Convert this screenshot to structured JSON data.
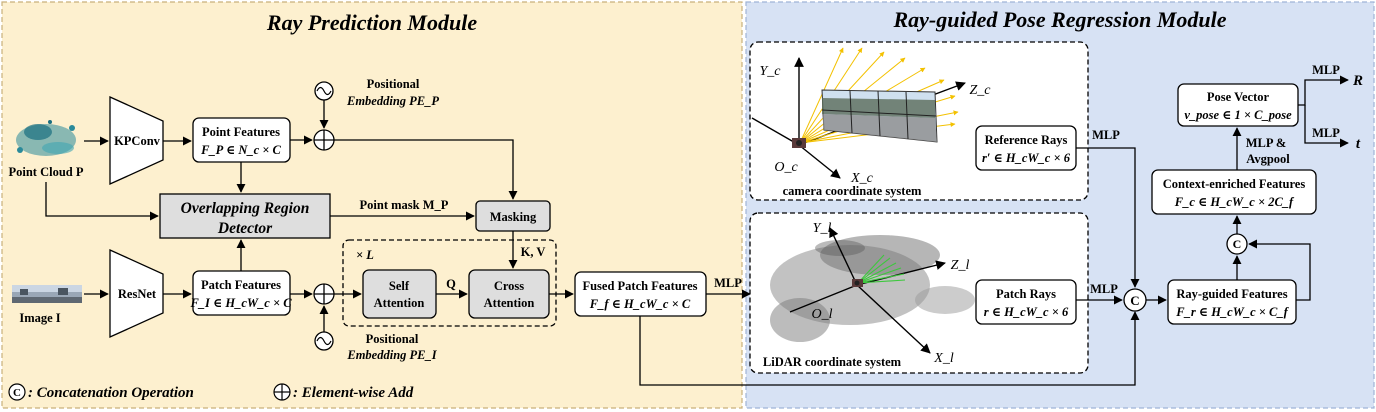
{
  "left_panel": {
    "title": "Ray Prediction  Module",
    "point_cloud_label": "Point Cloud P",
    "image_label": "Image I",
    "kpconv": "KPConv",
    "resnet": "ResNet",
    "point_features": {
      "title": "Point Features",
      "formula": "F_P ∈ N_c × C"
    },
    "patch_features": {
      "title": "Patch Features",
      "formula": "F_I ∈ H_cW_c × C"
    },
    "pos_emb_top": {
      "line1": "Positional",
      "line2": "Embedding PE_P"
    },
    "pos_emb_bottom": {
      "line1": "Positional",
      "line2": "Embedding PE_I"
    },
    "detector": {
      "line1": "Overlapping Region",
      "line2": "Detector"
    },
    "point_mask_label": "Point mask M_P",
    "masking": "Masking",
    "kv_label": "K, V",
    "q_label": "Q",
    "repeat_label": "× L",
    "self_attention": {
      "line1": "Self",
      "line2": "Attention"
    },
    "cross_attention": {
      "line1": "Cross",
      "line2": "Attention"
    },
    "fused_features": {
      "title": "Fused Patch Features",
      "formula": "F_f ∈ H_cW_c × C"
    },
    "mlp_label": "MLP",
    "legend_concat": ": Concatenation Operation",
    "legend_add": ": Element-wise Add"
  },
  "right_panel": {
    "title": "Ray-guided Pose Regression Module",
    "camera_caption": "camera coordinate system",
    "lidar_caption": "LiDAR coordinate system",
    "reference_rays": {
      "title": "Reference Rays",
      "formula": "r′ ∈ H_cW_c × 6"
    },
    "patch_rays": {
      "title": "Patch Rays",
      "formula": "r ∈ H_cW_c × 6"
    },
    "ray_guided": {
      "title": "Ray-guided Features",
      "formula": "F_r ∈ H_cW_c × C_f"
    },
    "context_enriched": {
      "title": "Context-enriched Features",
      "formula": "F_c ∈ H_cW_c × 2C_f"
    },
    "pose_vector": {
      "title": "Pose Vector",
      "formula": "v_pose ∈ 1 × C_pose"
    },
    "mlp_avgpool": {
      "line1": "MLP &",
      "line2": "Avgpool"
    },
    "mlp_label": "MLP",
    "output_r": "R",
    "output_t": "t",
    "camera_axes": {
      "y": "Y_c",
      "z": "Z_c",
      "x": "X_c",
      "o": "O_c"
    },
    "lidar_axes": {
      "y": "Y_l",
      "z": "Z_l",
      "x": "X_l",
      "o": "O_l"
    }
  },
  "colors": {
    "left_bg": "#fdf0cf",
    "left_border": "#c9b07a",
    "right_bg": "#d7e2f4",
    "right_border": "#9fb4d6",
    "box_fill": "#ffffff",
    "gray_fill": "#dedede",
    "line": "#000000"
  }
}
